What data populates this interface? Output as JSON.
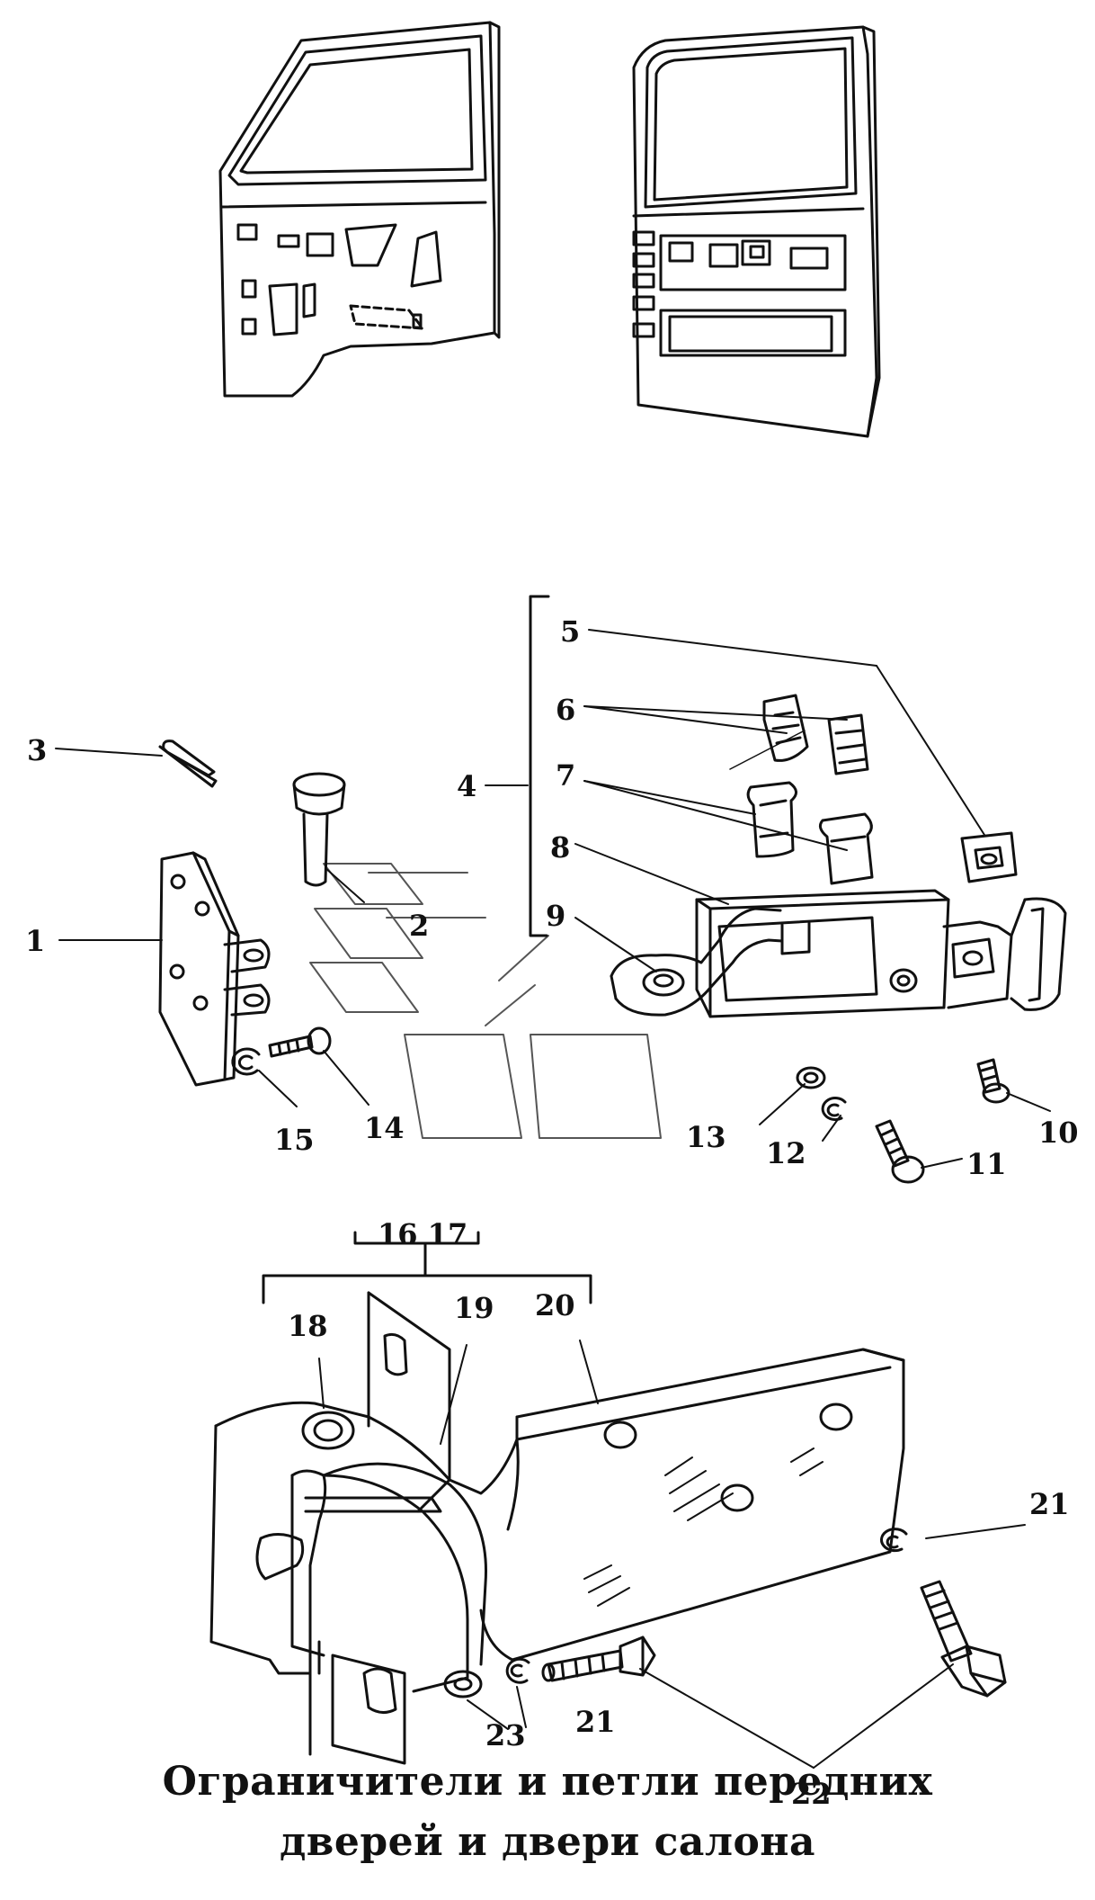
{
  "caption": {
    "line1": "Ограничители и петли передних",
    "line2": "дверей и двери салона"
  },
  "callouts": {
    "n1": "1",
    "n2": "2",
    "n3": "3",
    "n4": "4",
    "n5": "5",
    "n6": "6",
    "n7": "7",
    "n8": "8",
    "n9": "9",
    "n10": "10",
    "n11": "11",
    "n12": "12",
    "n13": "13",
    "n14": "14",
    "n15": "15",
    "n16_17": "16 17",
    "n18": "18",
    "n19": "19",
    "n20": "20",
    "n21a": "21",
    "n21b": "21",
    "n22": "22",
    "n23": "23"
  },
  "colors": {
    "ink": "#111111",
    "paper": "#ffffff"
  }
}
